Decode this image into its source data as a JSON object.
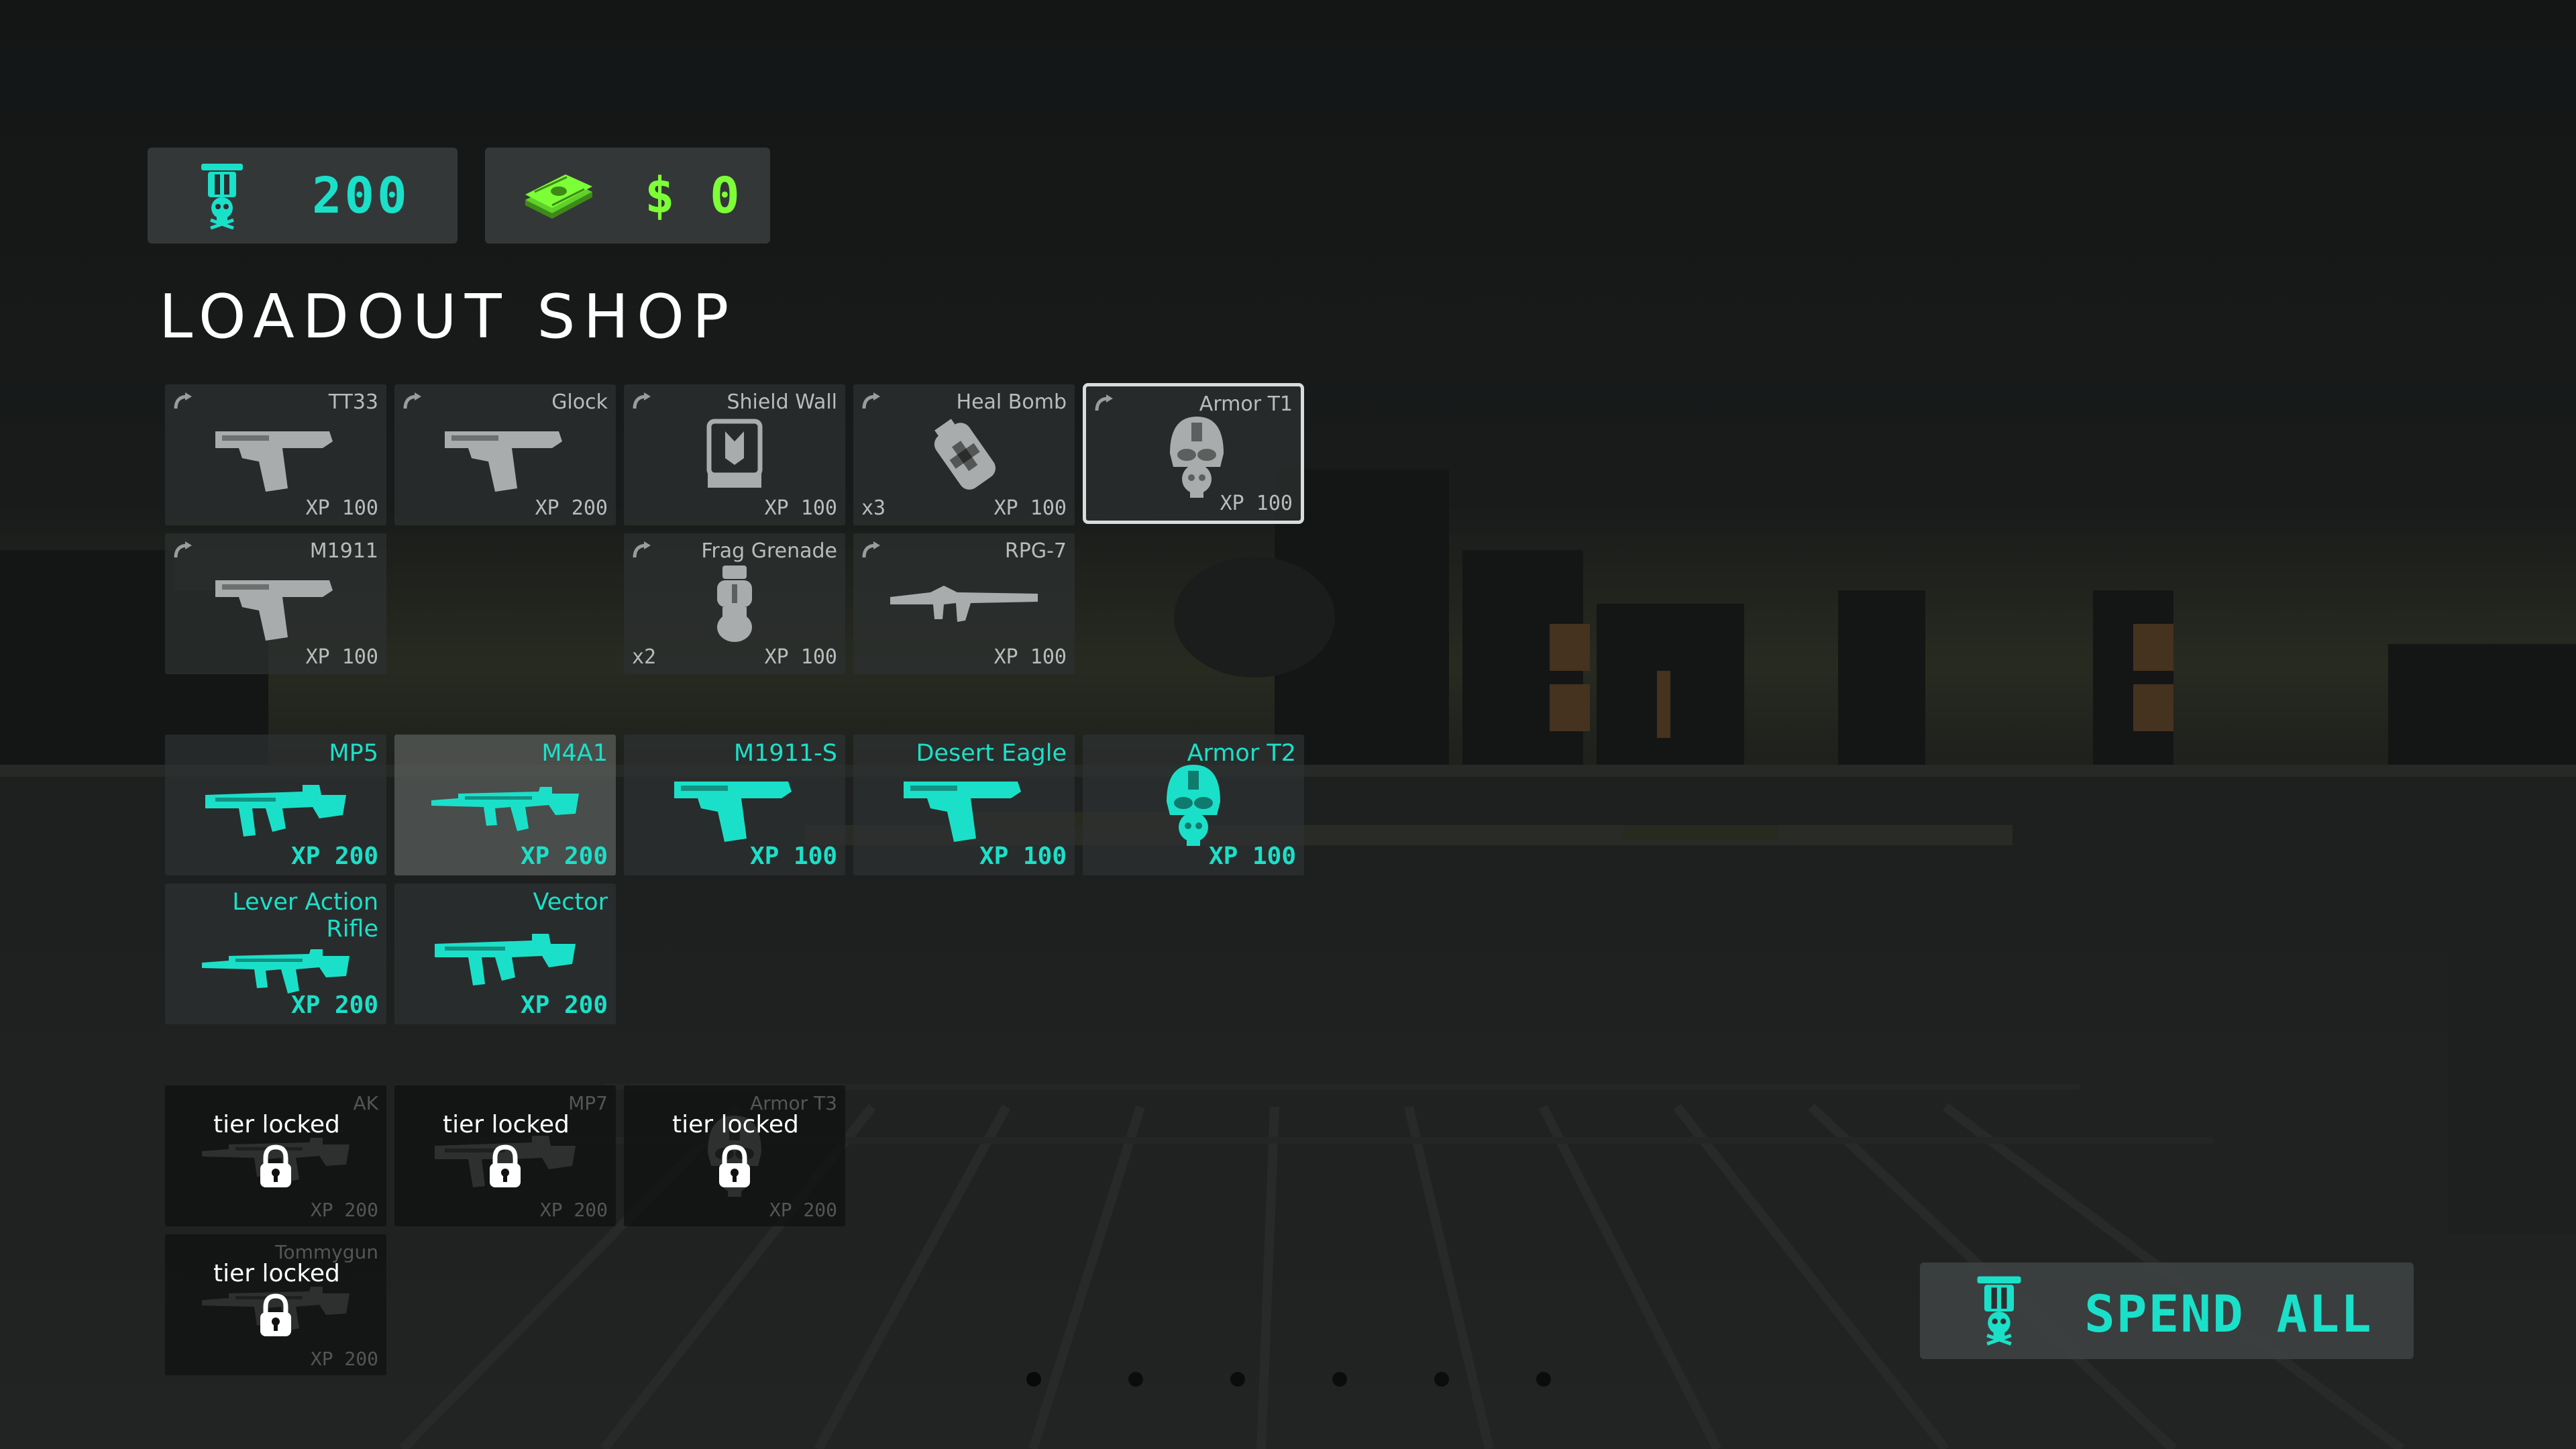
{
  "currency": {
    "xp": "200",
    "cash": "$ 0",
    "xp_icon": "skull-badge-icon",
    "cash_icon": "cash-stack-icon"
  },
  "title": "LOADOUT SHOP",
  "groups": {
    "owned": [
      {
        "name": "TT33",
        "price": "XP 100",
        "qty": "",
        "icon": "pistol-icon"
      },
      {
        "name": "Glock",
        "price": "XP 200",
        "qty": "",
        "icon": "pistol-icon"
      },
      {
        "name": "Shield Wall",
        "price": "XP 100",
        "qty": "",
        "icon": "shield-wall-icon"
      },
      {
        "name": "Heal Bomb",
        "price": "XP 100",
        "qty": "x3",
        "icon": "heal-bomb-icon"
      },
      {
        "name": "Armor T1",
        "price": "XP 100",
        "qty": "",
        "icon": "armor-helmet-icon",
        "selected": true
      },
      {
        "name": "M1911",
        "price": "XP 100",
        "qty": "",
        "icon": "pistol-icon"
      },
      {
        "name": "Frag Grenade",
        "price": "XP 100",
        "qty": "x2",
        "icon": "grenade-icon"
      },
      {
        "name": "RPG-7",
        "price": "XP 100",
        "qty": "",
        "icon": "rocket-launcher-icon"
      }
    ],
    "available": [
      {
        "name": "MP5",
        "price": "XP 200",
        "icon": "smg-icon"
      },
      {
        "name": "M4A1",
        "price": "XP 200",
        "icon": "rifle-icon",
        "hover": true
      },
      {
        "name": "M1911-S",
        "price": "XP 100",
        "icon": "pistol-icon"
      },
      {
        "name": "Desert Eagle",
        "price": "XP 100",
        "icon": "pistol-icon"
      },
      {
        "name": "Armor T2",
        "price": "XP 100",
        "icon": "armor-helmet-icon"
      },
      {
        "name": "Lever Action Rifle",
        "price": "XP 200",
        "icon": "rifle-icon"
      },
      {
        "name": "Vector",
        "price": "XP 200",
        "icon": "smg-icon"
      }
    ],
    "locked": [
      {
        "name": "AK",
        "price": "XP 200",
        "status": "tier locked",
        "icon": "lock-icon"
      },
      {
        "name": "MP7",
        "price": "XP 200",
        "status": "tier locked",
        "icon": "lock-icon"
      },
      {
        "name": "Armor T3",
        "price": "XP 200",
        "status": "tier locked",
        "icon": "lock-icon"
      },
      {
        "name": "Tommygun",
        "price": "XP 200",
        "status": "tier locked",
        "icon": "lock-icon"
      }
    ]
  },
  "spend_all": {
    "label": "SPEND ALL",
    "icon": "skull-badge-icon"
  },
  "pagination": {
    "count": 6,
    "active": 0
  },
  "colors": {
    "accent": "#1be0c9",
    "cash": "#7dff38",
    "panel": "#3a3e40",
    "owned_text": "#b9bcbc"
  }
}
